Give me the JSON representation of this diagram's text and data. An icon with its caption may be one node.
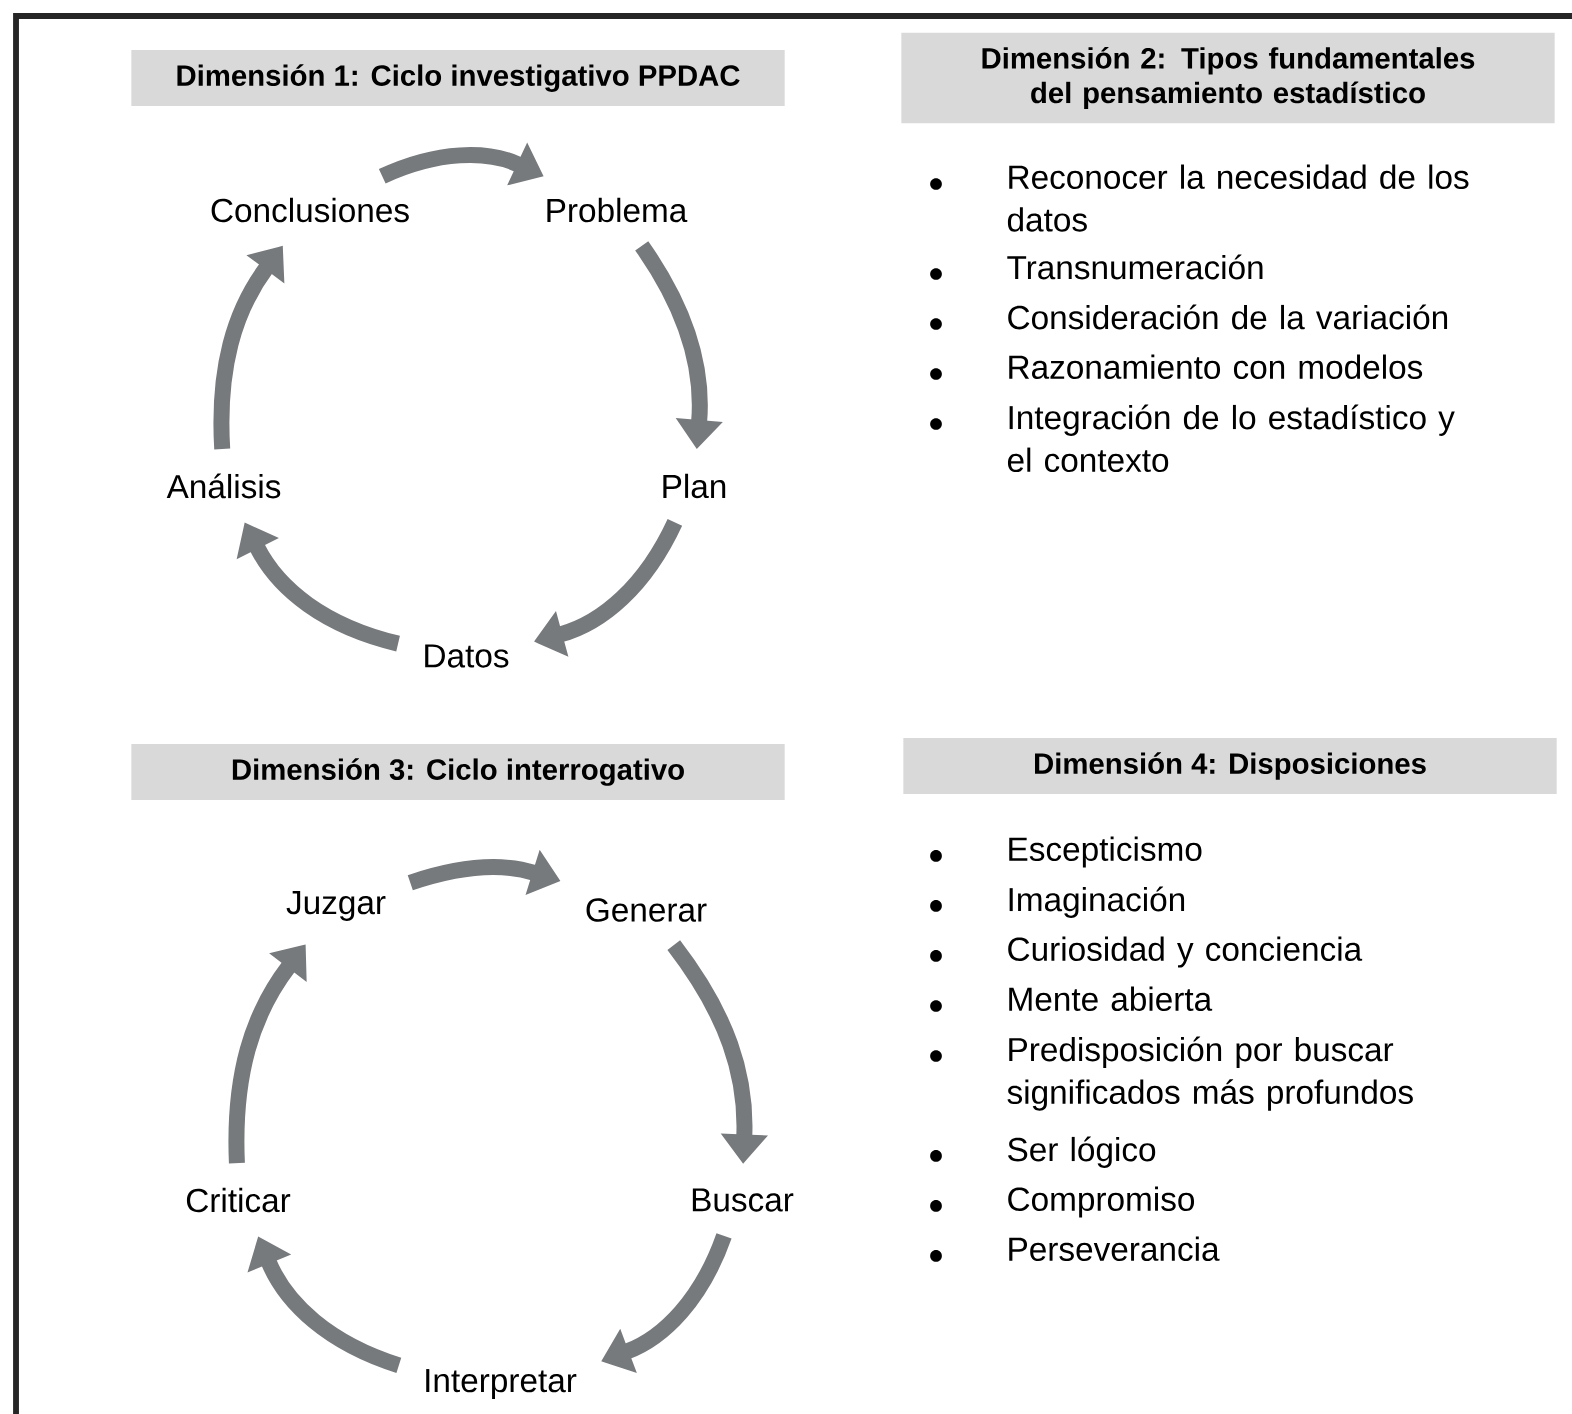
{
  "diagram": {
    "nodes": [
      {
        "text": [
          "Dimensión 1: Ciclo investigativo PPDAC"
        ]
      },
      {
        "text": [
          "Problema"
        ]
      },
      {
        "text": [
          "Plan"
        ]
      },
      {
        "text": [
          "Datos"
        ]
      },
      {
        "text": [
          "Análisis"
        ]
      },
      {
        "text": [
          "Conclusiones"
        ]
      },
      {
        "text": [
          "Dimensión 2: Tipos fundamentales del pensamiento estadístico"
        ]
      },
      {
        "text": [
          "Dimensión 3: Ciclo interrogativo"
        ]
      },
      {
        "text": [
          "Generar"
        ]
      },
      {
        "text": [
          "Buscar"
        ]
      },
      {
        "text": [
          "Interpretar"
        ]
      },
      {
        "text": [
          "Criticar"
        ]
      },
      {
        "text": [
          "Juzgar"
        ]
      },
      {
        "text": [
          "Dimensión 4: Disposiciones"
        ]
      }
    ],
    "edges": [
      {
        "from": 5,
        "to": 1,
        "arrow": "to"
      },
      {
        "from": 1,
        "to": 2,
        "arrow": "to"
      },
      {
        "from": 2,
        "to": 3,
        "arrow": "to"
      },
      {
        "from": 3,
        "to": 4,
        "arrow": "to"
      },
      {
        "from": 4,
        "to": 5,
        "arrow": "to"
      },
      {
        "from": 12,
        "to": 8,
        "arrow": "to"
      },
      {
        "from": 8,
        "to": 9,
        "arrow": "to"
      },
      {
        "from": 9,
        "to": 10,
        "arrow": "to"
      },
      {
        "from": 10,
        "to": 11,
        "arrow": "to"
      },
      {
        "from": 11,
        "to": 12,
        "arrow": "to"
      }
    ],
    "labels": [
      "Reconocer la necesidad de los datos",
      "Transnumeración",
      "Consideración de la variación",
      "Razonamiento con modelos",
      "Integración de lo estadístico y el contexto",
      "Escepticismo",
      "Imaginación",
      "Curiosidad y conciencia",
      "Mente abierta",
      "Predisposición por buscar significados más profundos",
      "Ser lógico",
      "Compromiso",
      "Perseverancia"
    ]
  }
}
